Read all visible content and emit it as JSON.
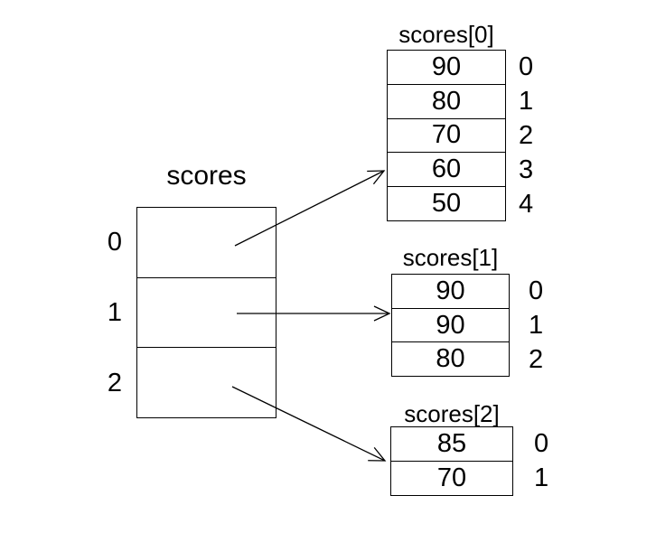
{
  "diagram": {
    "main": {
      "title": "scores",
      "indices": [
        "0",
        "1",
        "2"
      ]
    },
    "subarrays": [
      {
        "title": "scores[0]",
        "values": [
          "90",
          "80",
          "70",
          "60",
          "50"
        ],
        "indices": [
          "0",
          "1",
          "2",
          "3",
          "4"
        ]
      },
      {
        "title": "scores[1]",
        "values": [
          "90",
          "90",
          "80"
        ],
        "indices": [
          "0",
          "1",
          "2"
        ]
      },
      {
        "title": "scores[2]",
        "values": [
          "85",
          "70"
        ],
        "indices": [
          "0",
          "1"
        ]
      }
    ],
    "colors": {
      "line": "#000000",
      "text": "#000000",
      "background": "#ffffff"
    }
  }
}
